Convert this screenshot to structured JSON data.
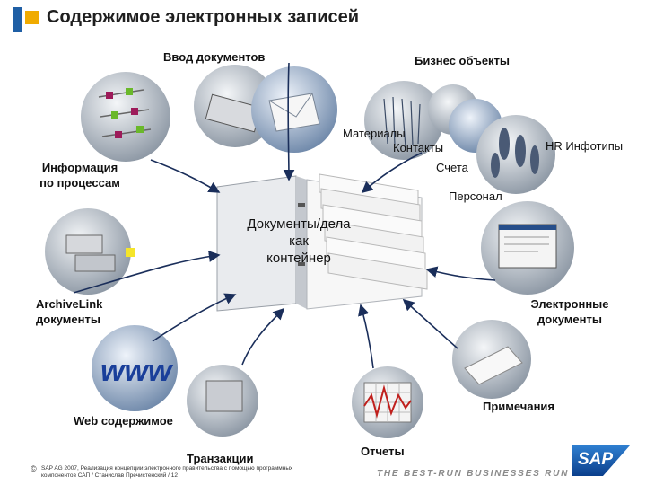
{
  "header": {
    "title": "Содержимое электронных записей"
  },
  "center": {
    "line1": "Документы/дела",
    "line2": "как",
    "line3": "контейнер"
  },
  "labels": {
    "input_docs": "Ввод документов",
    "business_objects": "Бизнес объекты",
    "materials": "Материалы",
    "contacts": "Контакты",
    "accounts": "Счета",
    "personnel": "Персонал",
    "hr_infotypes": "HR Инфотипы",
    "process_info_1": "Информация",
    "process_info_2": "по процессам",
    "archivelink_1": "ArchiveLink",
    "archivelink_2": "документы",
    "electronic_docs_1": "Электронные",
    "electronic_docs_2": "документы",
    "web_content": "Web содержимое",
    "notes": "Примечания",
    "transactions": "Транзакции",
    "reports": "Отчеты"
  },
  "footer": {
    "copyright": "©",
    "credit": "SAP AG 2007, Реализация концепции электронного правительства с помощью программных компонентов САП / Станислав Пречистенский / 12",
    "tagline": "THE BEST-RUN BUSINESSES RUN SAP",
    "logo": "SAP"
  },
  "colors": {
    "accent_blue": "#1f5fa5",
    "accent_orange": "#f0ab00"
  }
}
